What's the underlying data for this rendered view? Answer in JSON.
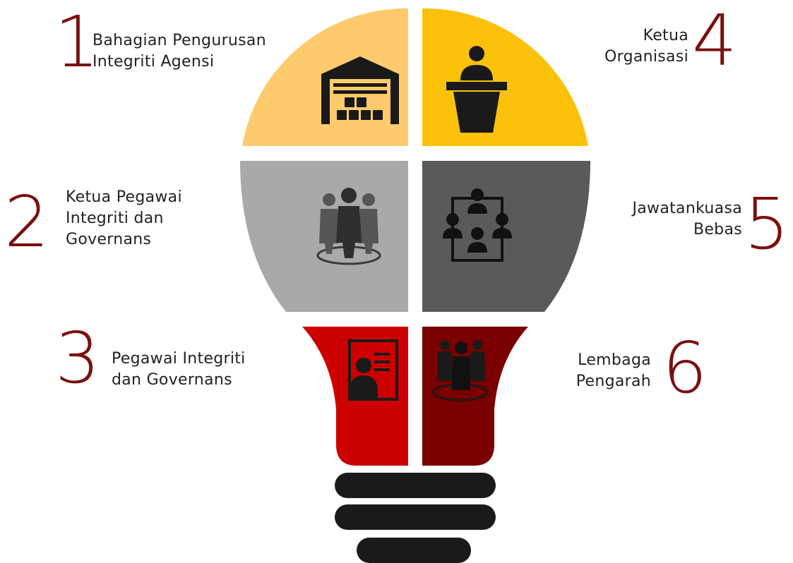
{
  "colors": {
    "accent_number": "#7a1010",
    "q1": "#fdcb6e",
    "q4": "#fcc10a",
    "q2": "#a9a9a9",
    "q5": "#5a5a5a",
    "q3": "#cc0000",
    "q6": "#7a0000",
    "base": "#1a1a1a"
  },
  "items": [
    {
      "number": "1",
      "lines": [
        "Bahagian Pengurusan",
        "Integriti Agensi"
      ],
      "icon": "warehouse-icon"
    },
    {
      "number": "2",
      "lines": [
        "Ketua Pegawai",
        "Integriti dan",
        "Governans"
      ],
      "icon": "team-leader-icon"
    },
    {
      "number": "3",
      "lines": [
        "Pegawai Integriti",
        "dan Governans"
      ],
      "icon": "profile-card-icon"
    },
    {
      "number": "4",
      "lines": [
        "Ketua",
        "Organisasi"
      ],
      "icon": "speaker-podium-icon"
    },
    {
      "number": "5",
      "lines": [
        "Jawatankuasa",
        "Bebas"
      ],
      "icon": "committee-icon"
    },
    {
      "number": "6",
      "lines": [
        "Lembaga",
        "Pengarah"
      ],
      "icon": "board-group-icon"
    }
  ]
}
